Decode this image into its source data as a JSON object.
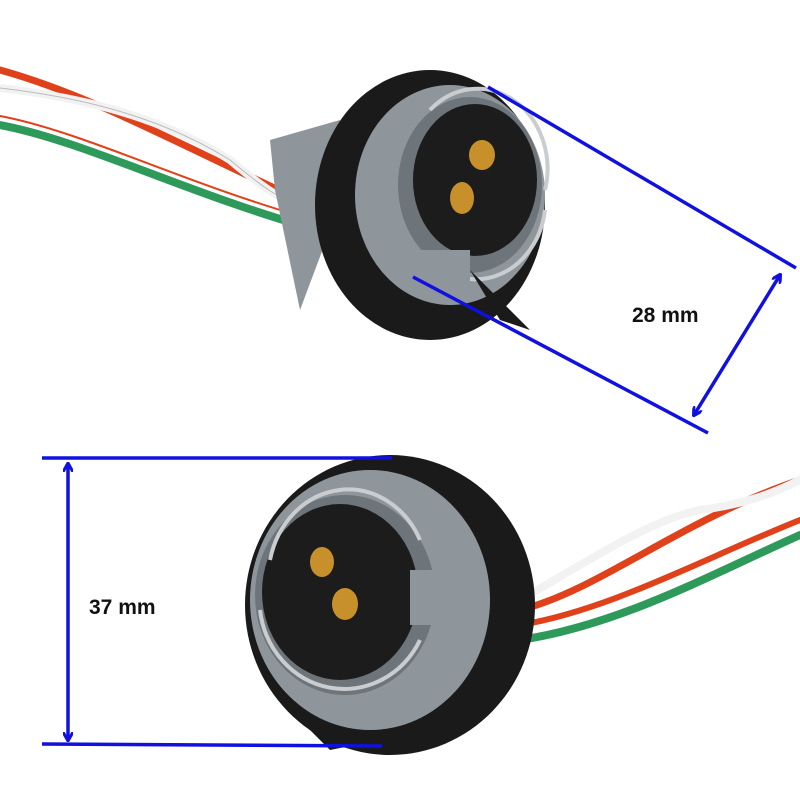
{
  "photo": {
    "subject": "bulb-socket-pair",
    "colors": {
      "dimension_line": "#1010e0",
      "socket_gray": "#8e969c",
      "rubber_black": "#1a1a1a",
      "wire_red": "#e0401a",
      "wire_green": "#2e9a5a",
      "wire_white": "#f2f2f2",
      "contact_brass": "#c8902a"
    }
  },
  "dimensions": {
    "width_label": "28 mm",
    "height_label": "37 mm"
  }
}
